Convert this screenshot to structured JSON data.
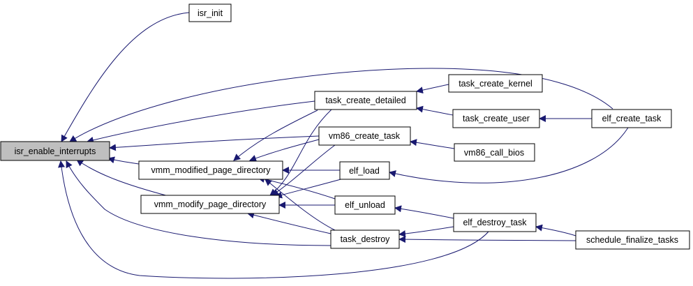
{
  "colors": {
    "edge": "#191970",
    "node_fill": "#ffffff",
    "root_fill": "#bfbfbf",
    "node_border": "#000000"
  },
  "nodes": {
    "isr_enable_interrupts": "isr_enable_interrupts",
    "isr_init": "isr_init",
    "task_create_detailed": "task_create_detailed",
    "task_create_kernel": "task_create_kernel",
    "task_create_user": "task_create_user",
    "elf_create_task": "elf_create_task",
    "vm86_create_task": "vm86_create_task",
    "vm86_call_bios": "vm86_call_bios",
    "vmm_modified_page_directory": "vmm_modified_page_directory",
    "elf_load": "elf_load",
    "vmm_modify_page_directory": "vmm_modify_page_directory",
    "elf_unload": "elf_unload",
    "elf_destroy_task": "elf_destroy_task",
    "task_destroy": "task_destroy",
    "schedule_finalize_tasks": "schedule_finalize_tasks"
  },
  "edges": [
    {
      "from": "isr_init",
      "to": "isr_enable_interrupts"
    },
    {
      "from": "elf_create_task",
      "to": "isr_enable_interrupts"
    },
    {
      "from": "task_create_detailed",
      "to": "isr_enable_interrupts"
    },
    {
      "from": "vm86_create_task",
      "to": "isr_enable_interrupts"
    },
    {
      "from": "vmm_modified_page_directory",
      "to": "isr_enable_interrupts"
    },
    {
      "from": "vmm_modify_page_directory",
      "to": "isr_enable_interrupts"
    },
    {
      "from": "task_destroy",
      "to": "isr_enable_interrupts"
    },
    {
      "from": "elf_destroy_task",
      "to": "isr_enable_interrupts"
    },
    {
      "from": "task_create_kernel",
      "to": "task_create_detailed"
    },
    {
      "from": "task_create_user",
      "to": "task_create_detailed"
    },
    {
      "from": "elf_create_task",
      "to": "task_create_user"
    },
    {
      "from": "vm86_call_bios",
      "to": "vm86_create_task"
    },
    {
      "from": "elf_create_task",
      "to": "elf_load"
    },
    {
      "from": "elf_destroy_task",
      "to": "elf_unload"
    },
    {
      "from": "elf_destroy_task",
      "to": "task_destroy"
    },
    {
      "from": "schedule_finalize_tasks",
      "to": "elf_destroy_task"
    },
    {
      "from": "schedule_finalize_tasks",
      "to": "task_destroy"
    },
    {
      "from": "task_create_detailed",
      "to": "vmm_modified_page_directory"
    },
    {
      "from": "vm86_create_task",
      "to": "vmm_modified_page_directory"
    },
    {
      "from": "elf_load",
      "to": "vmm_modified_page_directory"
    },
    {
      "from": "elf_unload",
      "to": "vmm_modified_page_directory"
    },
    {
      "from": "task_destroy",
      "to": "vmm_modified_page_directory"
    },
    {
      "from": "task_create_detailed",
      "to": "vmm_modify_page_directory"
    },
    {
      "from": "vm86_create_task",
      "to": "vmm_modify_page_directory"
    },
    {
      "from": "elf_load",
      "to": "vmm_modify_page_directory"
    },
    {
      "from": "elf_unload",
      "to": "vmm_modify_page_directory"
    },
    {
      "from": "task_destroy",
      "to": "vmm_modify_page_directory"
    }
  ]
}
